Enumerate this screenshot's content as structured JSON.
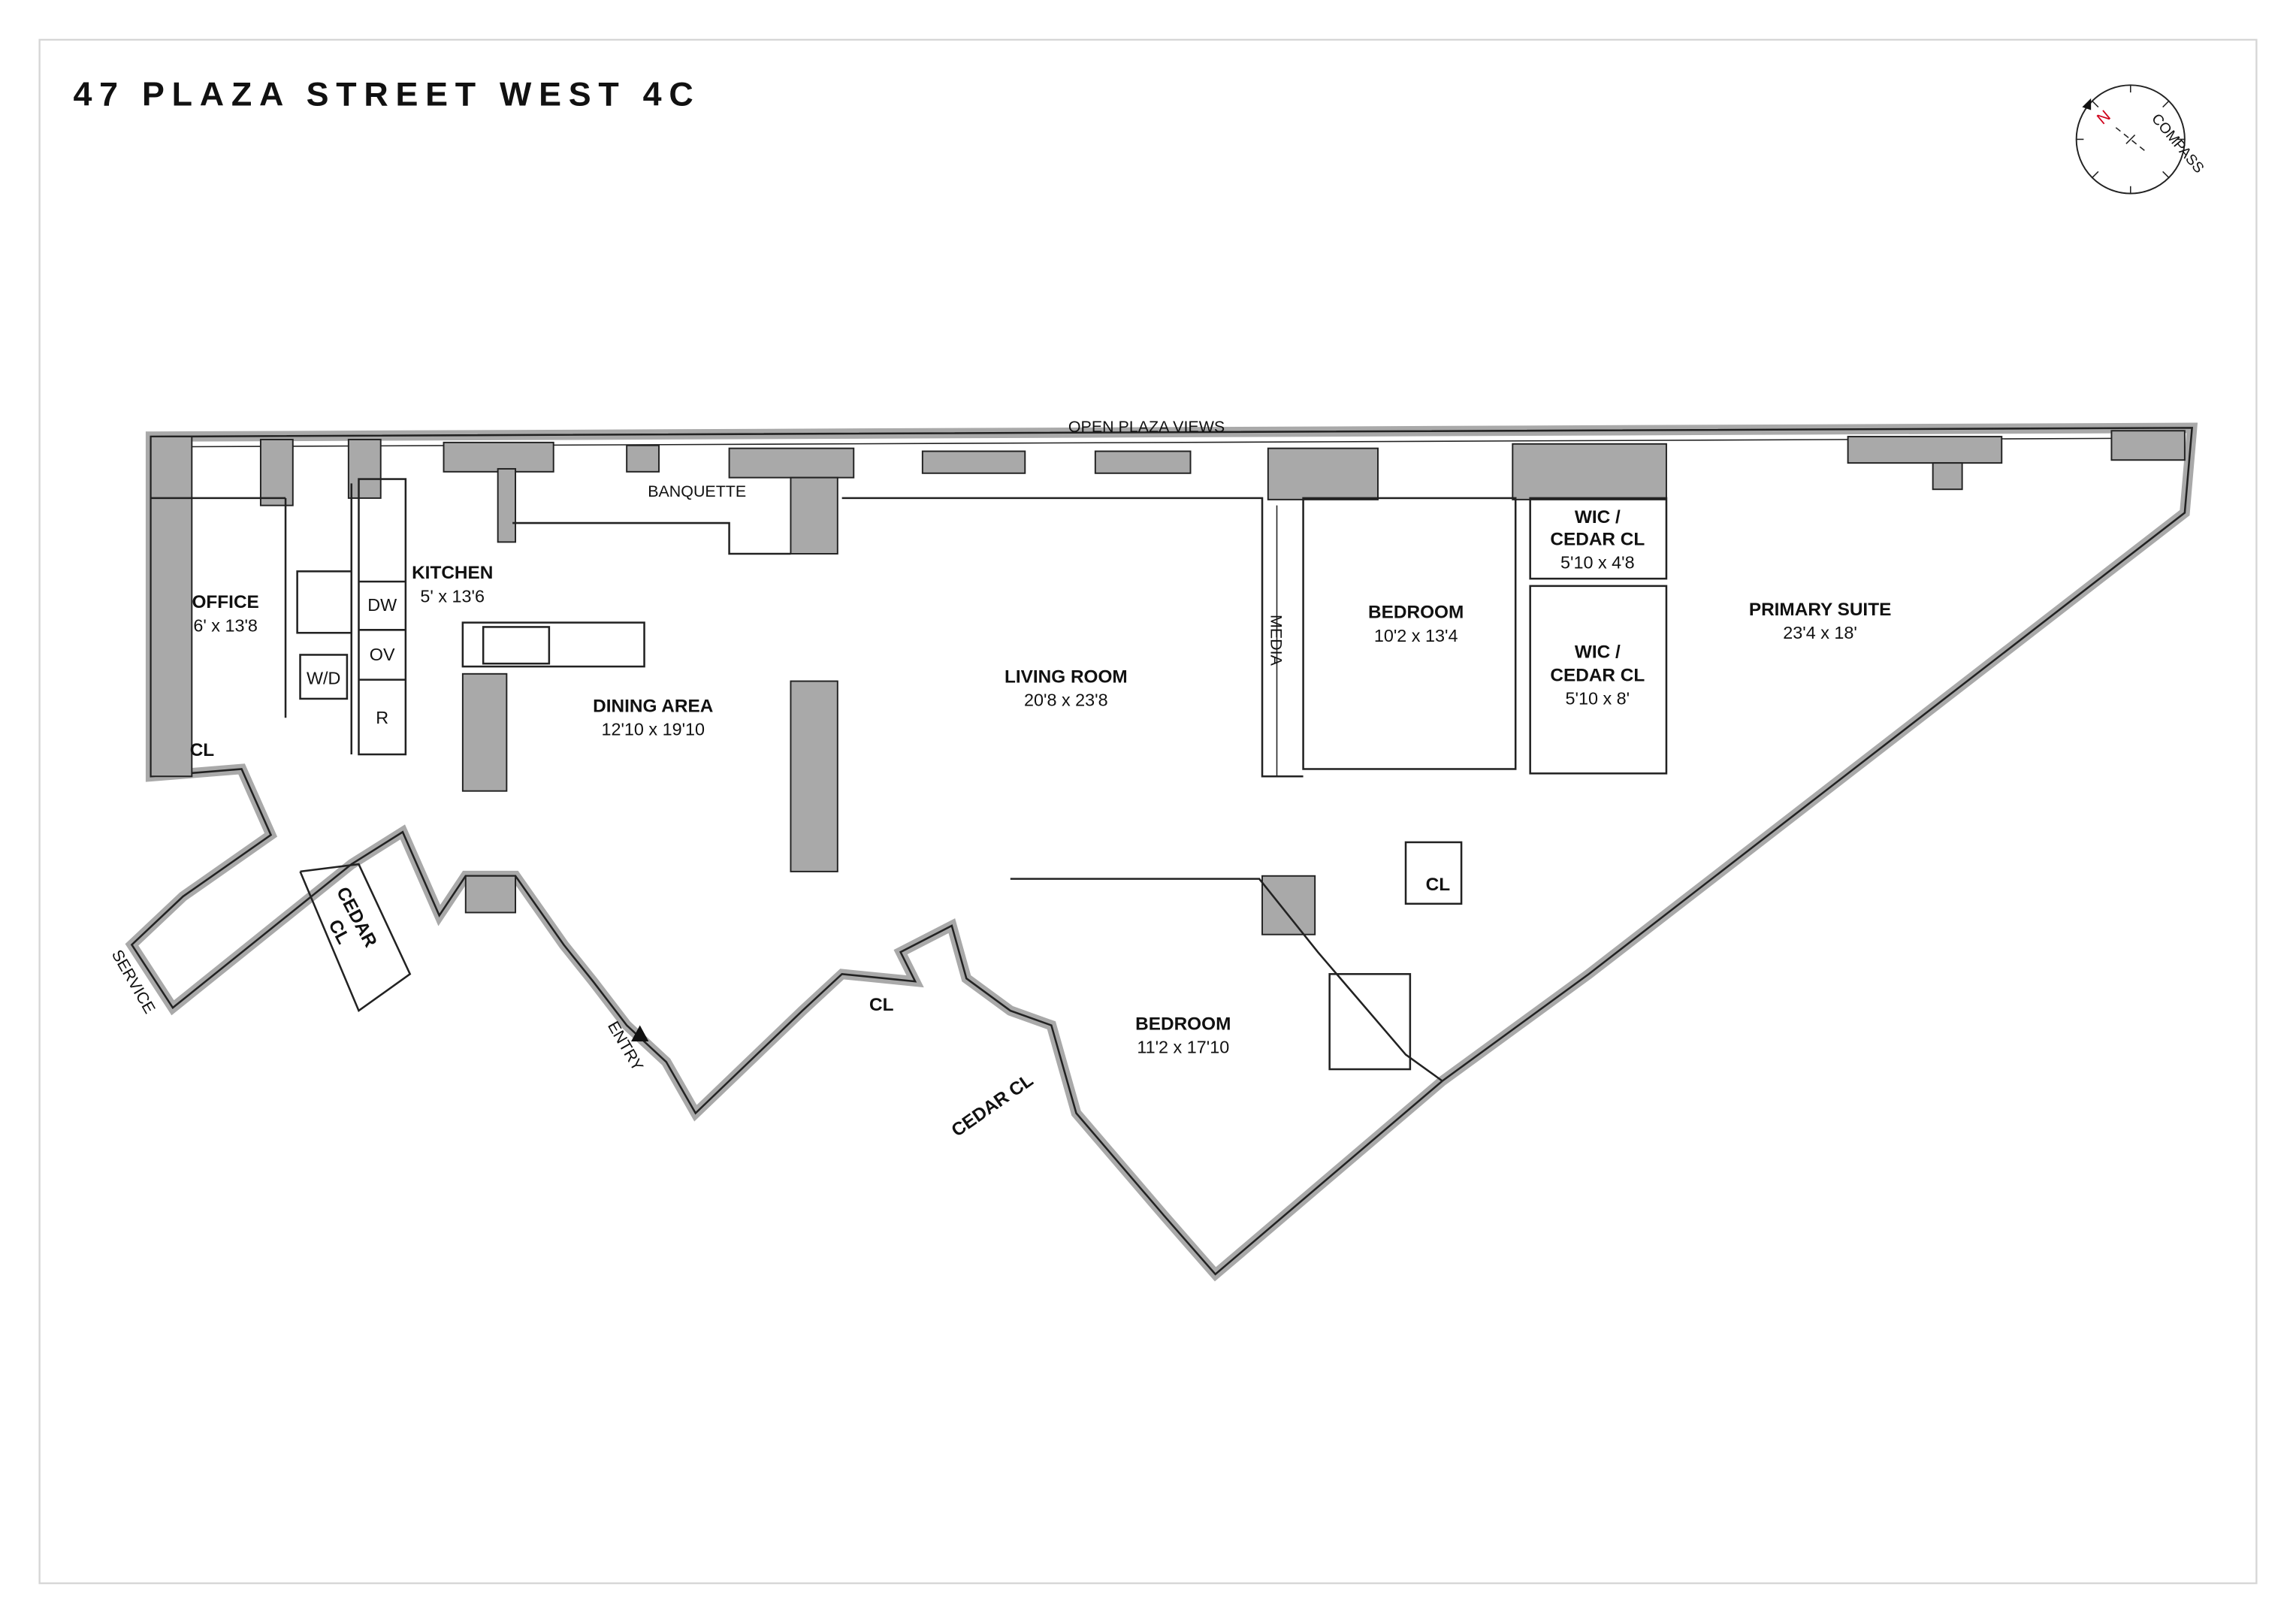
{
  "title": "47 PLAZA STREET WEST 4C",
  "compass": {
    "label": "COMPASS",
    "north": "N",
    "north_color": "#d0021b"
  },
  "colors": {
    "wall": "#a9a9a9",
    "frame": "#d6d6d6"
  },
  "annotations": {
    "views": "OPEN PLAZA VIEWS",
    "service": "SERVICE",
    "entry": "ENTRY",
    "banquette": "BANQUETTE",
    "media": "MEDIA"
  },
  "appliances": {
    "dw": "DW",
    "ov": "OV",
    "r": "R",
    "wd": "W/D"
  },
  "rooms": {
    "office": {
      "name": "OFFICE",
      "dim": "6' x 13'8"
    },
    "kitchen": {
      "name": "KITCHEN",
      "dim": "5' x 13'6"
    },
    "dining": {
      "name": "DINING AREA",
      "dim": "12'10 x 19'10"
    },
    "living": {
      "name": "LIVING ROOM",
      "dim": "20'8 x 23'8"
    },
    "bedroom1": {
      "name": "BEDROOM",
      "dim": "10'2 x 13'4"
    },
    "wic1": {
      "name1": "WIC /",
      "name2": "CEDAR CL",
      "dim": "5'10 x 4'8"
    },
    "wic2": {
      "name1": "WIC /",
      "name2": "CEDAR CL",
      "dim": "5'10 x 8'"
    },
    "primary": {
      "name": "PRIMARY SUITE",
      "dim": "23'4 x 18'"
    },
    "bedroom2": {
      "name": "BEDROOM",
      "dim": "11'2 x 17'10"
    },
    "closets": {
      "cl": "CL",
      "cedar_cl": "CEDAR CL",
      "cedar": "CEDAR",
      "cedar_cl_short": "CL"
    }
  }
}
